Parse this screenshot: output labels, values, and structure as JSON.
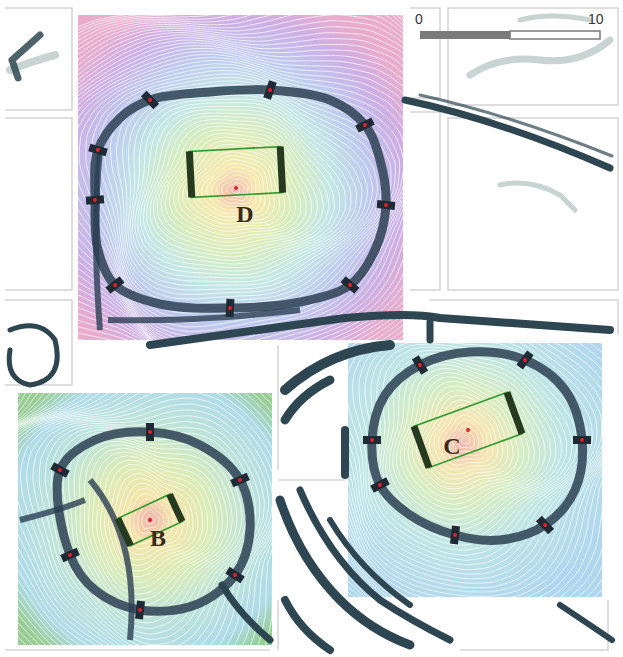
{
  "diagram": {
    "labels": [
      "0",
      "10",
      "D",
      "C",
      "B"
    ]
  }
}
